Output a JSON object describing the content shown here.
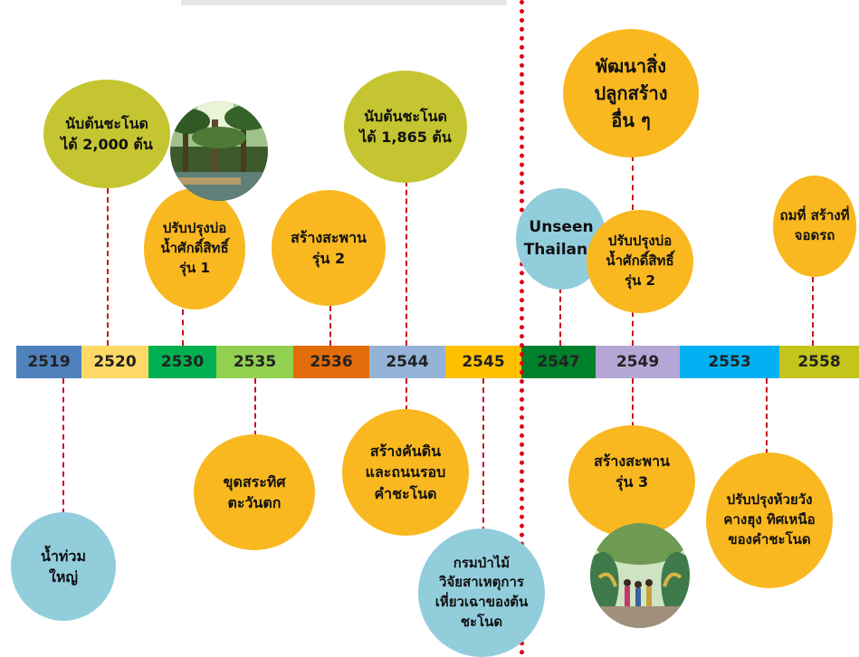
{
  "colors": {
    "connector": "#c8101e",
    "divider": "#e00016",
    "bubble_olive": "#c5c531",
    "bubble_orange": "#f9b820",
    "bubble_blue": "#92cddc"
  },
  "years": [
    {
      "label": "2519",
      "color": "#4f81bd"
    },
    {
      "label": "2520",
      "color": "#ffd966"
    },
    {
      "label": "2530",
      "color": "#00b050"
    },
    {
      "label": "2535",
      "color": "#92d050"
    },
    {
      "label": "2536",
      "color": "#e36c0a"
    },
    {
      "label": "2544",
      "color": "#95b3d7"
    },
    {
      "label": "2545",
      "color": "#ffc000"
    },
    {
      "label": "2547",
      "color": "#00802b"
    },
    {
      "label": "2549",
      "color": "#b4a7d6"
    },
    {
      "label": "2553",
      "color": "#00b0f0"
    },
    {
      "label": "2558",
      "color": "#c4c41a"
    }
  ],
  "events_above": {
    "count_2520": [
      "นับต้นชะโนด",
      "ได้ 2,000 ต้น"
    ],
    "pond_2530": [
      "ปรับปรุงบ่อ",
      "น้ำศักดิ์สิทธิ์",
      "รุ่น 1"
    ],
    "bridge_2536": [
      "สร้างสะพาน",
      "รุ่น 2"
    ],
    "count_2544": [
      "นับต้นชะโนด",
      "ได้ 1,865 ต้น"
    ],
    "unseen_2547": [
      "Unseen",
      "Thailand"
    ],
    "develop_2549": [
      "พัฒนาสิ่ง",
      "ปลูกสร้าง",
      "อื่น ๆ"
    ],
    "pond_2549": [
      "ปรับปรุงบ่อ",
      "น้ำศักดิ์สิทธิ์",
      "รุ่น 2"
    ],
    "parking_2558": [
      "ถมที่ สร้างที่",
      "จอดรถ"
    ]
  },
  "events_below": {
    "flood_2519": [
      "น้ำท่วม",
      "ใหญ่"
    ],
    "ditch_2535": [
      "ขุดสระทิศ",
      "ตะวันตก"
    ],
    "dike_2544": [
      "สร้างคันดิน",
      "และถนนรอบ",
      "คำชะโนด"
    ],
    "research_2545": [
      "กรมป่าไม้",
      "วิจัยสาเหตุการ",
      "เหี่ยวเฉาของต้น",
      "ชะโนด"
    ],
    "bridge_2549": [
      "สร้างสะพาน",
      "รุ่น 3"
    ],
    "stream_2553": [
      "ปรับปรุงห้วยวัง",
      "คางฮุง ทิศเหนือ",
      "ของคำชะโนด"
    ]
  },
  "icons": {
    "forest_photo": "forest-pond-photo",
    "naga_photo": "naga-bridge-photo"
  }
}
